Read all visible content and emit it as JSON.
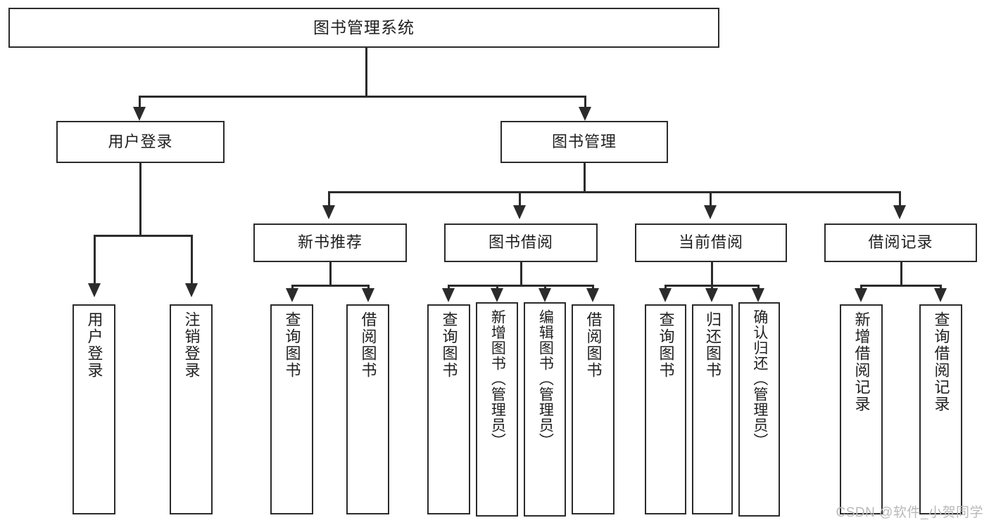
{
  "diagram": {
    "type": "tree-hierarchy",
    "title": "图书管理系统",
    "root": {
      "label": "图书管理系统"
    },
    "level2": [
      {
        "id": "user-login",
        "label": "用户登录"
      },
      {
        "id": "book-management",
        "label": "图书管理"
      }
    ],
    "level3": [
      {
        "id": "new-book-recommend",
        "label": "新书推荐",
        "parent": "book-management"
      },
      {
        "id": "book-borrow",
        "label": "图书借阅",
        "parent": "book-management"
      },
      {
        "id": "current-borrow",
        "label": "当前借阅",
        "parent": "book-management"
      },
      {
        "id": "borrow-record",
        "label": "借阅记录",
        "parent": "book-management"
      }
    ],
    "leaves": {
      "user-login": [
        {
          "id": "leaf-user-login",
          "label": "用户登录"
        },
        {
          "id": "leaf-logout",
          "label": "注销登录"
        }
      ],
      "new-book-recommend": [
        {
          "id": "leaf-query-book-1",
          "label": "查询图书"
        },
        {
          "id": "leaf-borrow-book-1",
          "label": "借阅图书"
        }
      ],
      "book-borrow": [
        {
          "id": "leaf-query-book-2",
          "label": "查询图书"
        },
        {
          "id": "leaf-add-book",
          "label": "新增图书（管理员）"
        },
        {
          "id": "leaf-edit-book",
          "label": "编辑图书（管理员）"
        },
        {
          "id": "leaf-borrow-book-2",
          "label": "借阅图书"
        }
      ],
      "current-borrow": [
        {
          "id": "leaf-query-book-3",
          "label": "查询图书"
        },
        {
          "id": "leaf-return-book",
          "label": "归还图书"
        },
        {
          "id": "leaf-confirm-return",
          "label": "确认归还（管理员）"
        }
      ],
      "borrow-record": [
        {
          "id": "leaf-add-record",
          "label": "新增借阅记录"
        },
        {
          "id": "leaf-query-record",
          "label": "查询借阅记录"
        }
      ]
    }
  },
  "watermark": {
    "text": "CSDN @软件_小贺同学"
  },
  "colors": {
    "line": "#2b2b2b",
    "box_border": "#2b2b2b",
    "box_fill": "#ffffff",
    "text": "#1f1f1f",
    "watermark": "#b9b9b9",
    "background": "#ffffff"
  }
}
